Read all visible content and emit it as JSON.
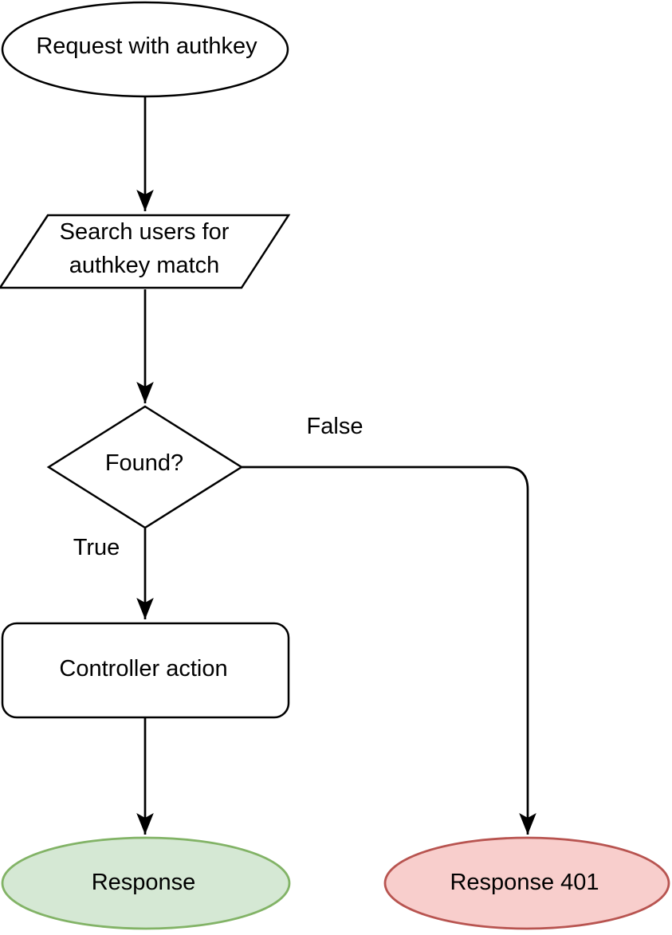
{
  "diagram": {
    "type": "flowchart",
    "nodes": {
      "start": {
        "shape": "ellipse",
        "label": "Request with authkey"
      },
      "search": {
        "shape": "parallelogram",
        "line1": "Search users for",
        "line2": "authkey match"
      },
      "decision": {
        "shape": "diamond",
        "label": "Found?"
      },
      "controller": {
        "shape": "rounded-rectangle",
        "label": "Controller action"
      },
      "response_ok": {
        "shape": "ellipse",
        "label": "Response",
        "fill": "#d5e8d4",
        "stroke": "#82b366"
      },
      "response_401": {
        "shape": "ellipse",
        "label": "Response 401",
        "fill": "#f8cecc",
        "stroke": "#b85450"
      }
    },
    "edge_labels": {
      "true": "True",
      "false": "False"
    },
    "colors": {
      "background": "#ffffff",
      "line": "#000000",
      "node_fill": "#ffffff",
      "node_stroke": "#000000",
      "text": "#000000"
    }
  }
}
